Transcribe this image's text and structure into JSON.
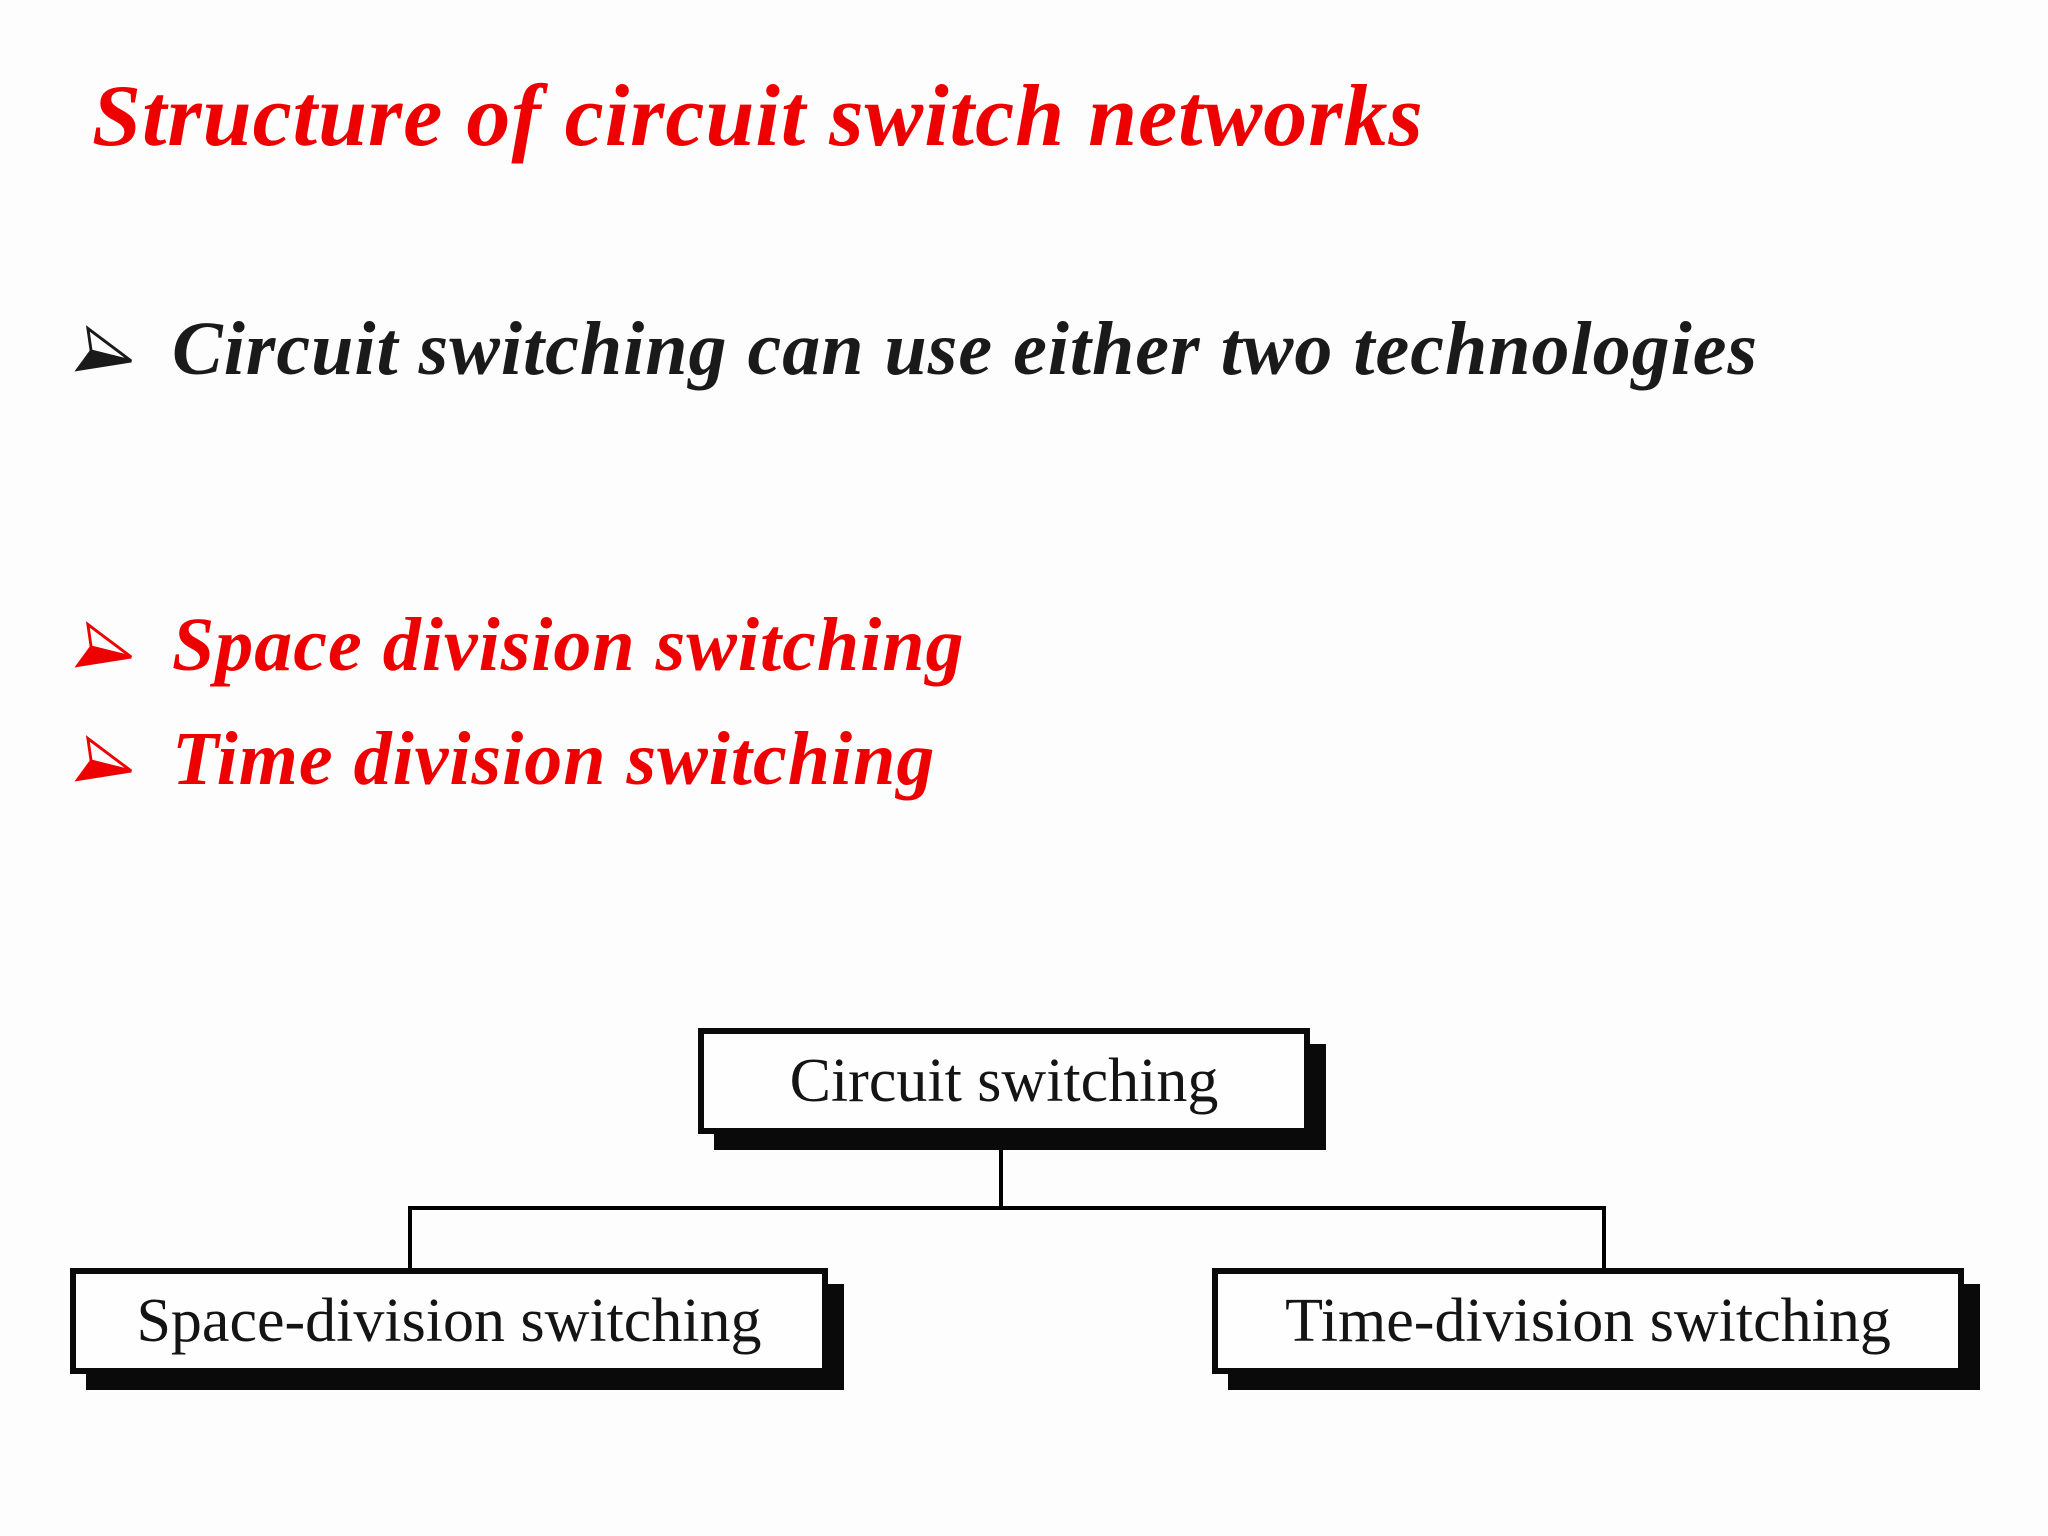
{
  "slide": {
    "title": "Structure of circuit switch networks",
    "bullets": [
      {
        "text": "Circuit switching can use either two technologies",
        "color": "#1a1a1a"
      },
      {
        "text": "Space division switching",
        "color": "#ee0000"
      },
      {
        "text": "Time division switching",
        "color": "#ee0000"
      }
    ],
    "diagram": {
      "root": {
        "label": "Circuit switching"
      },
      "children": [
        {
          "label": "Space-division switching"
        },
        {
          "label": "Time-division switching"
        }
      ]
    },
    "icons": {
      "bullet": "arrowhead-right-icon"
    },
    "colors": {
      "title": "#ee0000",
      "accent_red": "#ee0000",
      "text_black": "#1a1a1a",
      "diagram_line": "#000000",
      "background": "#fdfdfd"
    }
  }
}
